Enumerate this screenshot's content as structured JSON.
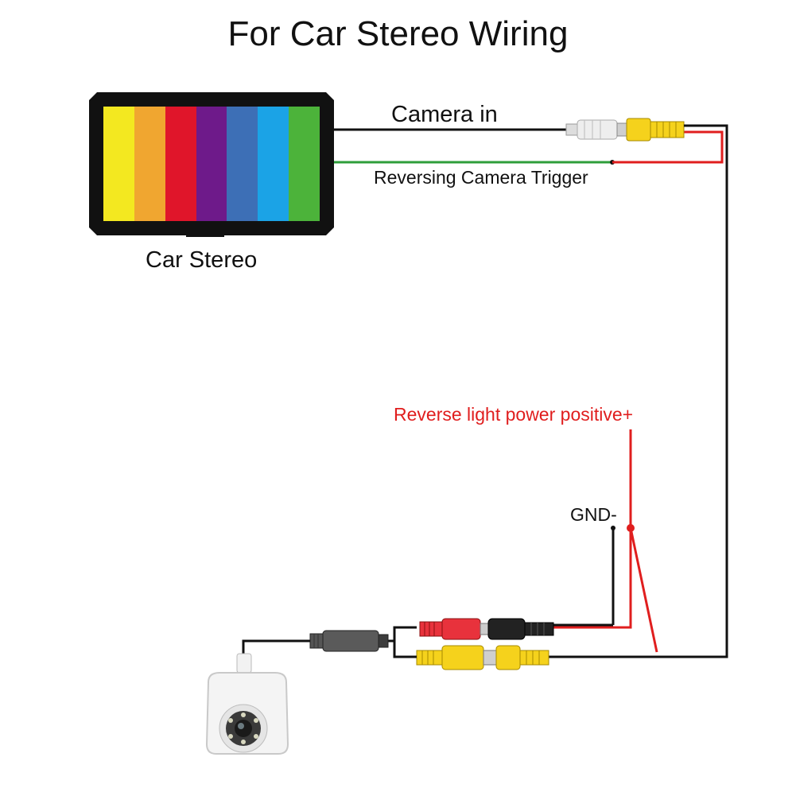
{
  "title": "For Car Stereo Wiring",
  "labels": {
    "camera_in": "Camera in",
    "trigger": "Reversing Camera Trigger",
    "car_stereo": "Car Stereo",
    "power": "Reverse light power positive+",
    "gnd": "GND-"
  },
  "stereo": {
    "bar_colors": [
      "#f3e820",
      "#f0a630",
      "#e0152a",
      "#6e1a8a",
      "#3d6fb6",
      "#1ba3e6",
      "#4cb33a"
    ]
  },
  "colors": {
    "wire_black": "#111111",
    "wire_red": "#e01e1e",
    "wire_green": "#2e9e3a",
    "plug_yellow": "#f5d21c",
    "plug_red": "#e8323c",
    "power_label": "#e01e1e"
  }
}
